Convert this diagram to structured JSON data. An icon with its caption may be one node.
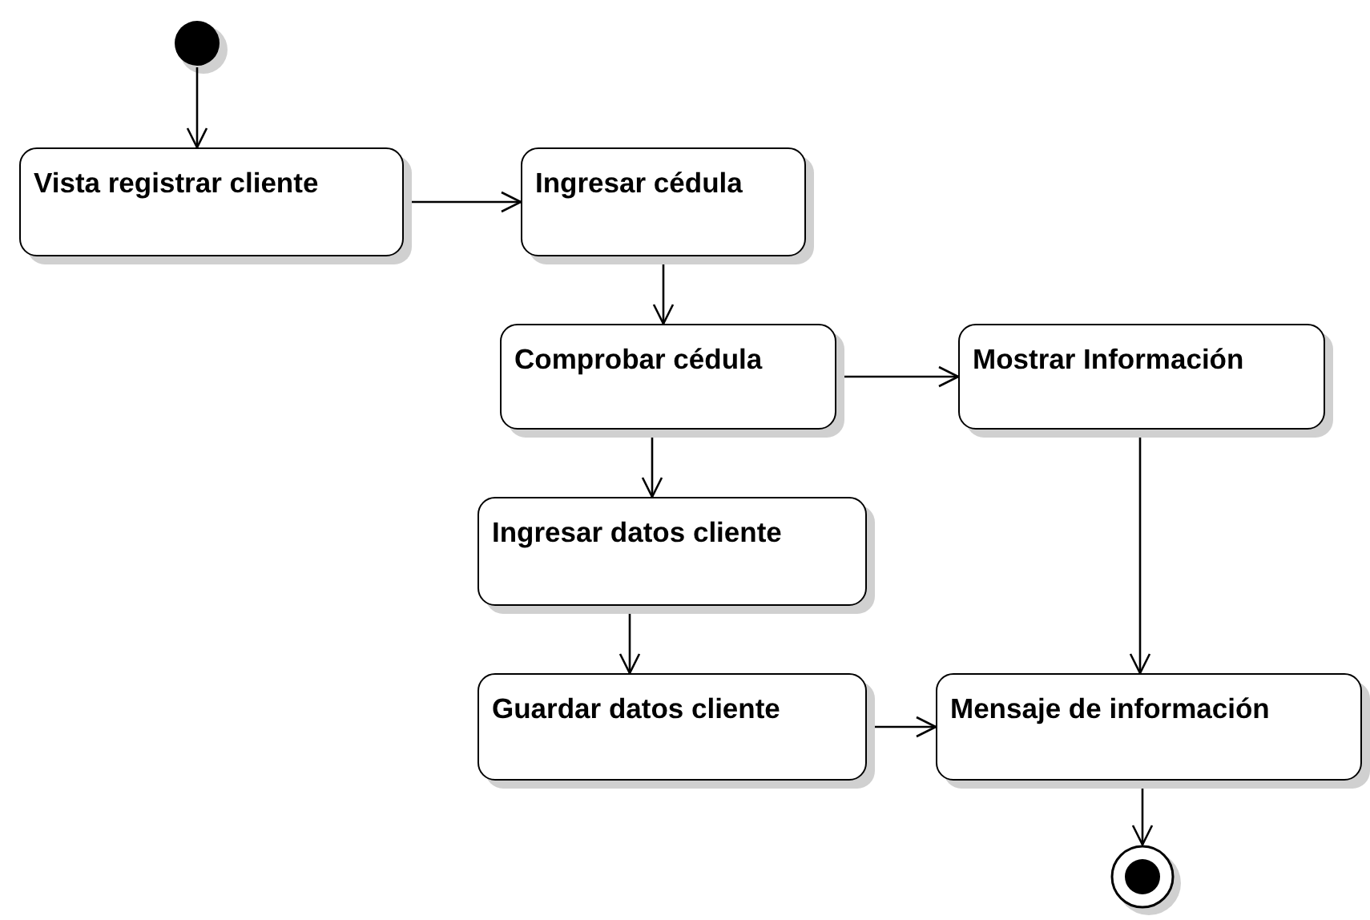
{
  "diagram": {
    "nodes": [
      {
        "text": [],
        "shape": "circle"
      },
      {
        "text": [
          "Vista registrar cliente"
        ]
      },
      {
        "text": [
          "Ingresar cédula"
        ]
      },
      {
        "text": [
          "Comprobar cédula"
        ]
      },
      {
        "text": [
          "Mostrar Información"
        ]
      },
      {
        "text": [
          "Ingresar datos cliente"
        ]
      },
      {
        "text": [
          "Guardar datos cliente"
        ]
      },
      {
        "text": [
          "Mensaje de información"
        ]
      },
      {
        "text": [],
        "shape": "bullseye"
      }
    ],
    "edges": [
      {
        "from": 0,
        "to": 1,
        "arrow": "to"
      },
      {
        "from": 1,
        "to": 2,
        "arrow": "to"
      },
      {
        "from": 2,
        "to": 3,
        "arrow": "to"
      },
      {
        "from": 3,
        "to": 4,
        "arrow": "to"
      },
      {
        "from": 3,
        "to": 5,
        "arrow": "to"
      },
      {
        "from": 5,
        "to": 6,
        "arrow": "to"
      },
      {
        "from": 6,
        "to": 7,
        "arrow": "to"
      },
      {
        "from": 4,
        "to": 7,
        "arrow": "to"
      },
      {
        "from": 7,
        "to": 8,
        "arrow": "to"
      }
    ]
  }
}
